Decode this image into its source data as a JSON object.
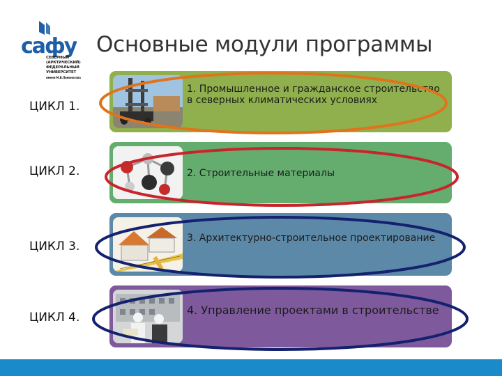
{
  "logo": {
    "wordmark": "caфу",
    "lines": [
      "СЕВЕРНЫЙ",
      "(АРКТИЧЕСКИЙ)",
      "ФЕДЕРАЛЬНЫЙ",
      "УНИВЕРСИТЕТ",
      "имени М.В.Ломоносова"
    ]
  },
  "title": "Основные модули программы",
  "cycles": [
    {
      "label": "ЦИКЛ 1.",
      "module": "1. Промышленное и гражданское строительство в северных климатических условиях",
      "color": "#8fb04d",
      "ring": "#e0741d"
    },
    {
      "label": "ЦИКЛ 2.",
      "module": "2. Строительные материалы",
      "color": "#64ad6f",
      "ring": "#c8252b"
    },
    {
      "label": "ЦИКЛ 3.",
      "module": "3. Архитектурно-строительное проектирование",
      "color": "#5d89a8",
      "ring": "#14216e"
    },
    {
      "label": "ЦИКЛ 4.",
      "module": "4. Управление проектами в строительстве",
      "color": "#7e5a9d",
      "ring": "#14216e"
    }
  ],
  "colors": {
    "bottom_bar": "#1a8ac8",
    "logo_blue": "#1e5fa8"
  }
}
